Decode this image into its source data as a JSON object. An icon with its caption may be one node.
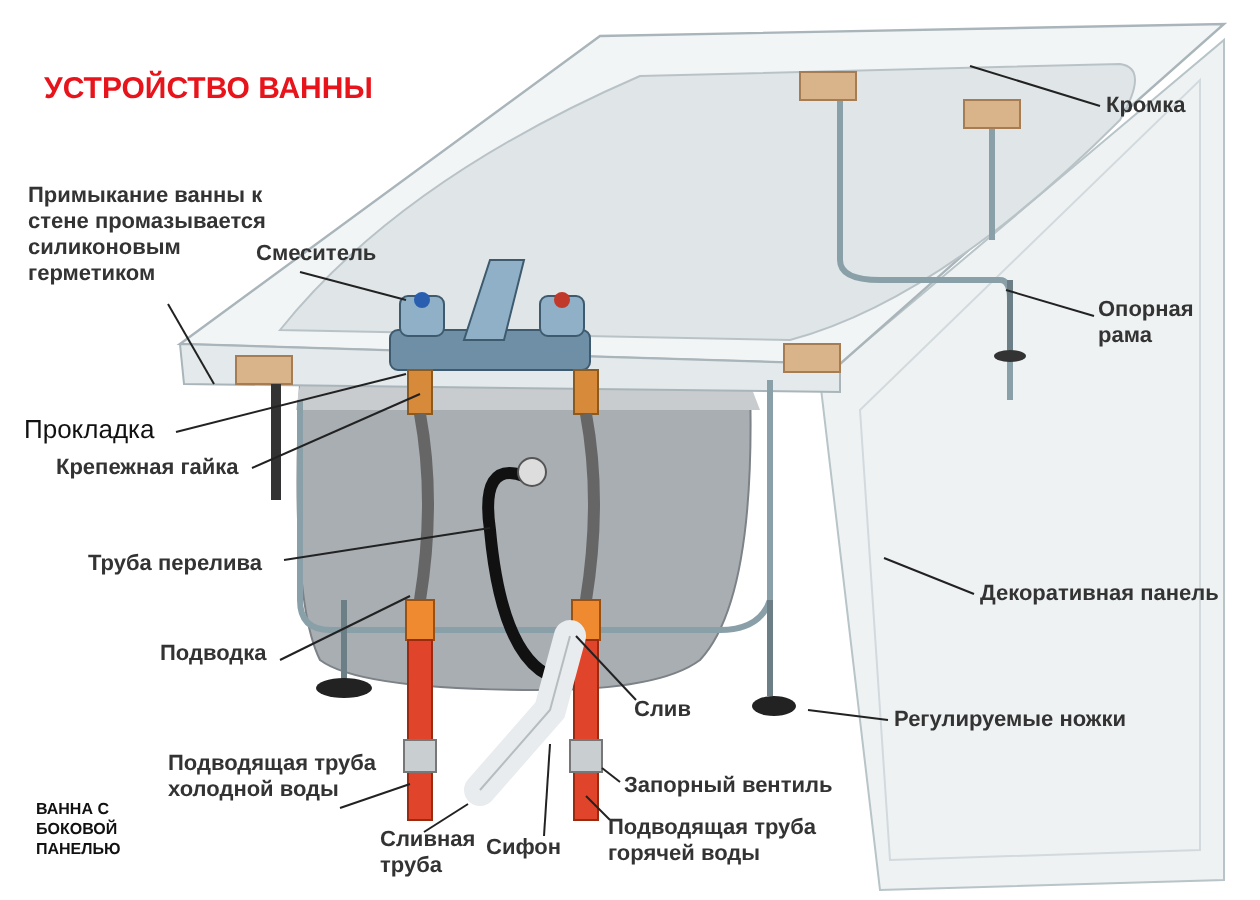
{
  "diagram": {
    "title": "УСТРОЙСТВО ВАННЫ",
    "nodes": [
      {
        "text": [
          "Смеситель"
        ]
      },
      {
        "text": [
          "Примыкание ванны к стене промазывается силиконовым герметиком"
        ]
      },
      {
        "text": [
          "Прокладка"
        ]
      },
      {
        "text": [
          "Крепежная гайка"
        ]
      },
      {
        "text": [
          "Труба перелива"
        ]
      },
      {
        "text": [
          "Подводка"
        ]
      },
      {
        "text": [
          "Подводящая труба холодной воды"
        ]
      },
      {
        "text": [
          "Сливная труба"
        ]
      },
      {
        "text": [
          "Сифон"
        ]
      },
      {
        "text": [
          "Подводящая труба горячей воды"
        ]
      },
      {
        "text": [
          "Запорный вентиль"
        ]
      },
      {
        "text": [
          "Слив"
        ]
      },
      {
        "text": [
          "Регулируемые ножки"
        ]
      },
      {
        "text": [
          "Декоративная панель"
        ]
      },
      {
        "text": [
          "Опорная рама"
        ]
      },
      {
        "text": [
          "Кромка"
        ]
      }
    ],
    "edges": [
      {
        "from": 0,
        "to": null,
        "arrow": "none"
      },
      {
        "from": 1,
        "to": null,
        "arrow": "none"
      },
      {
        "from": 2,
        "to": null,
        "arrow": "none"
      },
      {
        "from": 3,
        "to": null,
        "arrow": "none"
      },
      {
        "from": 4,
        "to": null,
        "arrow": "none"
      },
      {
        "from": 5,
        "to": null,
        "arrow": "none"
      },
      {
        "from": 6,
        "to": null,
        "arrow": "none"
      },
      {
        "from": 7,
        "to": null,
        "arrow": "none"
      },
      {
        "from": 8,
        "to": null,
        "arrow": "none"
      },
      {
        "from": 9,
        "to": null,
        "arrow": "none"
      },
      {
        "from": 10,
        "to": null,
        "arrow": "none"
      },
      {
        "from": 11,
        "to": null,
        "arrow": "none"
      },
      {
        "from": 12,
        "to": null,
        "arrow": "none"
      },
      {
        "from": 13,
        "to": null,
        "arrow": "none"
      },
      {
        "from": 14,
        "to": null,
        "arrow": "none"
      },
      {
        "from": 15,
        "to": null,
        "arrow": "none"
      }
    ],
    "labels": [
      "ВАННА С БОКОВОЙ ПАНЕЛЬЮ"
    ]
  }
}
